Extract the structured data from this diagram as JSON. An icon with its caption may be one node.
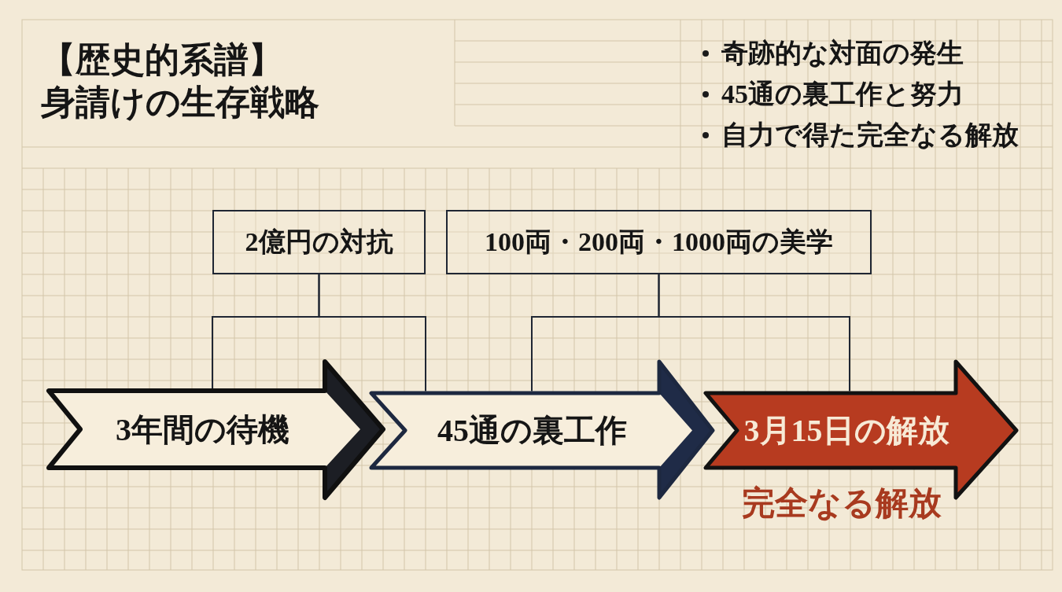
{
  "diagram": {
    "title": "【歴史的系譜】身請けの生存戦略",
    "nodes": [
      {
        "text": [
          "2億円の対抗"
        ]
      },
      {
        "text": [
          "100両・200両・1000両の美学"
        ]
      },
      {
        "text": [
          "3年間の待機"
        ]
      },
      {
        "text": [
          "45通の裏工作"
        ]
      },
      {
        "text": [
          "3月15日の解放"
        ],
        "beside": [
          "完全なる解放"
        ]
      }
    ],
    "edges": [
      {
        "from": 0,
        "to": 2,
        "arrow": "none"
      },
      {
        "from": 0,
        "to": 3,
        "arrow": "none"
      },
      {
        "from": 1,
        "to": 3,
        "arrow": "none"
      },
      {
        "from": 1,
        "to": 4,
        "arrow": "none"
      }
    ],
    "labels": [
      "奇跡的な対面の発生",
      "45通の裏工作と努力",
      "自力で得た完全なる解放"
    ]
  }
}
